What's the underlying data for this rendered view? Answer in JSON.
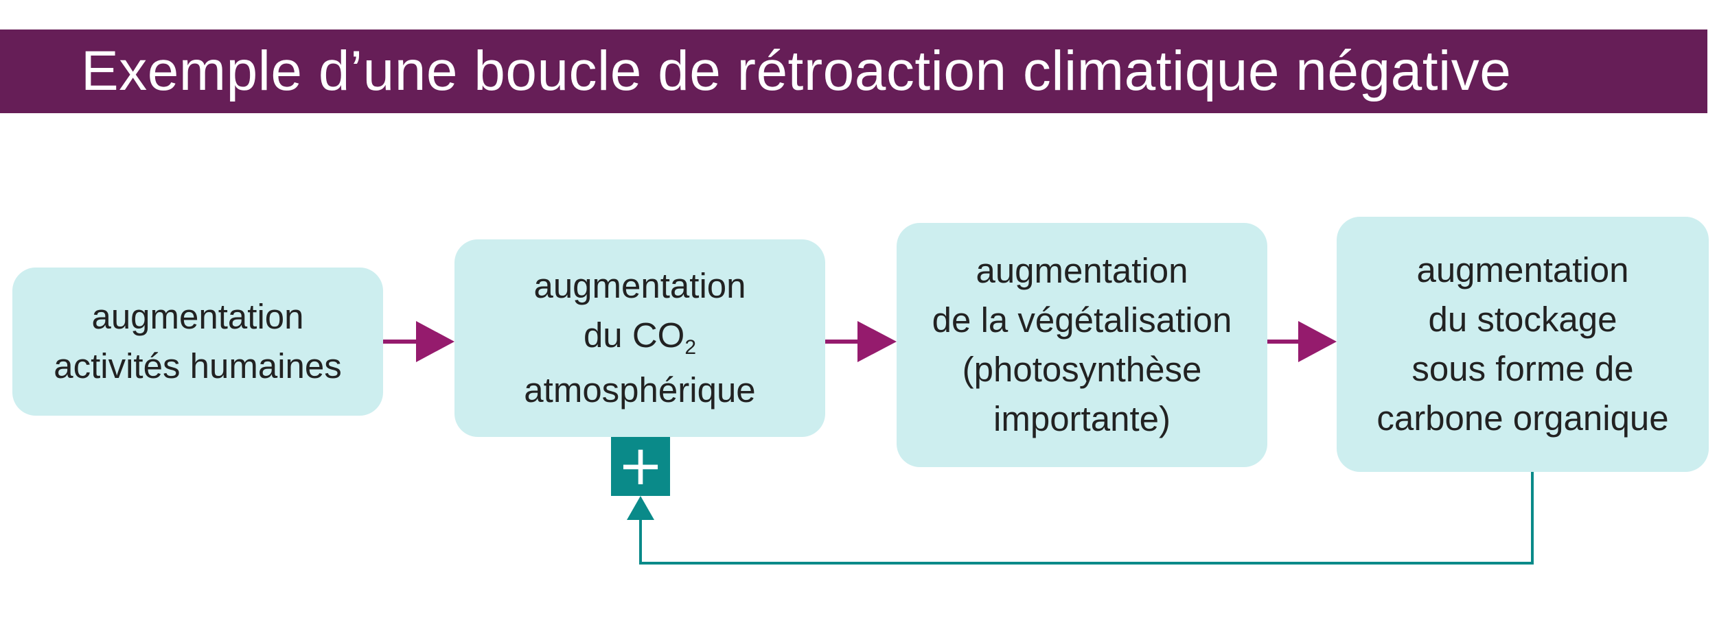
{
  "title": "Exemple d’une boucle de rétroaction climatique négative",
  "boxes": [
    {
      "lines": [
        "augmentation",
        "activités humaines"
      ]
    },
    {
      "line1": "augmentation",
      "line2_prefix": "du CO",
      "line2_sub": "2",
      "line3": "atmosphérique"
    },
    {
      "lines": [
        "augmentation",
        "de la végétalisation",
        "(photosynthèse",
        "importante)"
      ]
    },
    {
      "lines": [
        "augmentation",
        "du stockage",
        "sous forme de",
        "carbone organique"
      ]
    }
  ],
  "feedback_sign": "+",
  "colors": {
    "title_background": "#661e57",
    "box_fill": "#cdeeef",
    "arrow": "#951b6d",
    "feedback": "#0a8a89"
  }
}
